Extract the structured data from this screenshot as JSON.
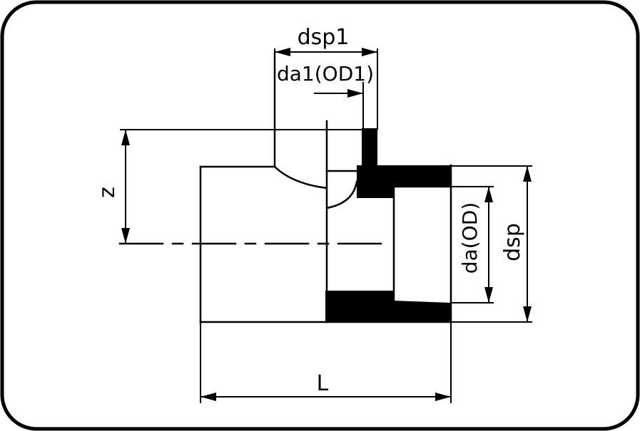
{
  "labels": {
    "dsp1": "dsp1",
    "da1_od1": "da1(OD1)",
    "z": "z",
    "da_od": "da(OD)",
    "dsp": "dsp",
    "l": "L"
  }
}
